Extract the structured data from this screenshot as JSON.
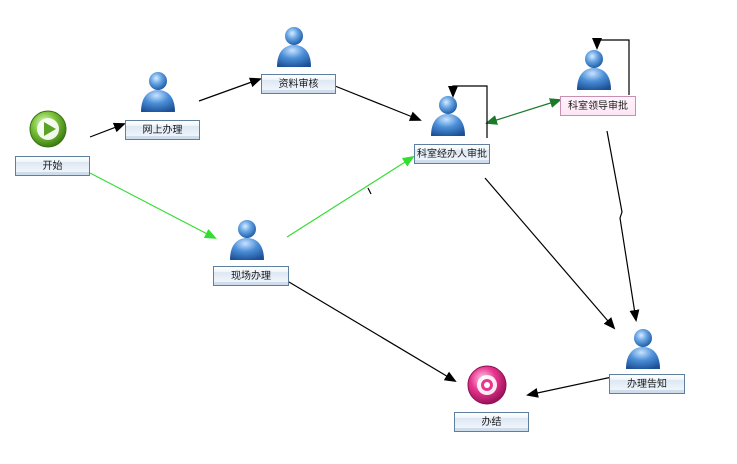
{
  "nodes": {
    "start": {
      "label": "开始",
      "icon": "play-icon"
    },
    "online": {
      "label": "网上办理",
      "icon": "user-icon"
    },
    "review": {
      "label": "资料审核",
      "icon": "user-icon"
    },
    "clerk": {
      "label": "科室经办人审批",
      "icon": "user-icon"
    },
    "leader": {
      "label": "科室领导审批",
      "icon": "user-icon"
    },
    "onsite": {
      "label": "现场办理",
      "icon": "user-icon"
    },
    "notify": {
      "label": "办理告知",
      "icon": "user-icon"
    },
    "end": {
      "label": "办结",
      "icon": "end-icon"
    }
  },
  "colors": {
    "normal_edge": "#000000",
    "start_edge": "#33dd33",
    "bidir_edge": "#1a7a2a",
    "leader_node_fill": "#fde6f4",
    "node_border": "#5f7f9f"
  }
}
